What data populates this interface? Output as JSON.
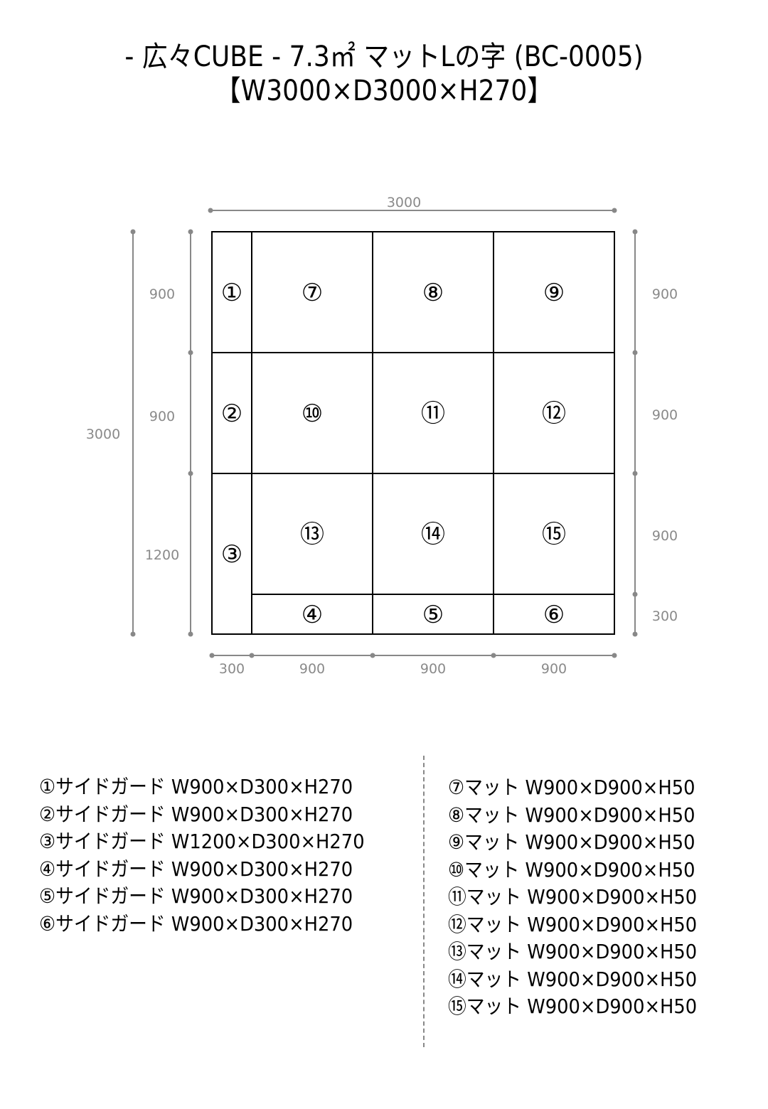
{
  "title": {
    "line1": "- 広々CUBE - 7.3㎡ マットLの字 (BC-0005)",
    "line2": "【W3000×D3000×H270】"
  },
  "dimensions": {
    "top_total": "3000",
    "left_total": "3000",
    "left_segments": [
      "900",
      "900",
      "1200"
    ],
    "right_segments": [
      "900",
      "900",
      "900",
      "300"
    ],
    "bottom_segments": [
      "300",
      "900",
      "900",
      "900"
    ]
  },
  "pieces": {
    "p1": "①",
    "p2": "②",
    "p3": "③",
    "p4": "④",
    "p5": "⑤",
    "p6": "⑥",
    "p7": "⑦",
    "p8": "⑧",
    "p9": "⑨",
    "p10": "⑩",
    "p11": "⑪",
    "p12": "⑫",
    "p13": "⑬",
    "p14": "⑭",
    "p15": "⑮"
  },
  "legend_left": [
    "①サイドガード W900×D300×H270",
    "②サイドガード W900×D300×H270",
    "③サイドガード W1200×D300×H270",
    "④サイドガード W900×D300×H270",
    "⑤サイドガード W900×D300×H270",
    "⑥サイドガード W900×D300×H270"
  ],
  "legend_right": [
    "⑦マット W900×D900×H50",
    "⑧マット W900×D900×H50",
    "⑨マット W900×D900×H50",
    "⑩マット W900×D900×H50",
    "⑪マット W900×D900×H50",
    "⑫マット W900×D900×H50",
    "⑬マット W900×D900×H50",
    "⑭マット W900×D900×H50",
    "⑮マット W900×D900×H50"
  ],
  "colors": {
    "line": "#000000",
    "dim": "#888888",
    "dimtext": "#8a8a8a"
  }
}
